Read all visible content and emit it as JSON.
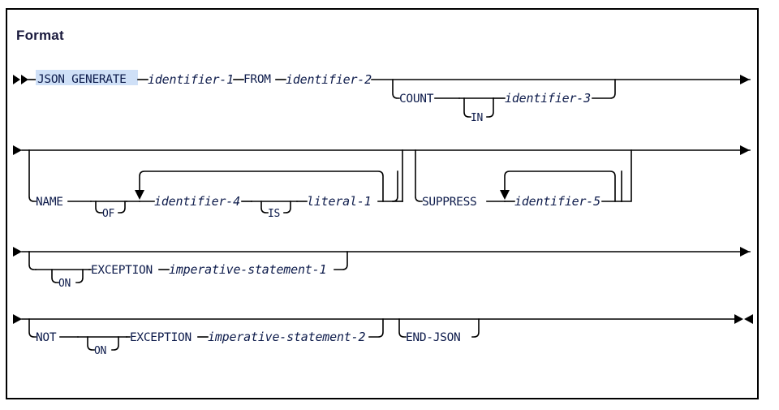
{
  "page": {
    "title": "Format",
    "kind": "railroad-syntax-diagram",
    "statement": "JSON GENERATE"
  },
  "colors": {
    "text": "#0d1b4b",
    "heading": "#1a1a3d",
    "rail": "#000000",
    "highlight": "#cfe0f7",
    "background": "#ffffff",
    "border": "#000000"
  },
  "markers": {
    "start": "►►",
    "continue": "►",
    "end": "►◄"
  },
  "lines": [
    {
      "index": 1,
      "start_marker": "start",
      "end_marker": "continue",
      "tokens": [
        {
          "name": "json-generate-keyword",
          "text": "JSON GENERATE",
          "type": "keyword",
          "highlighted": true
        },
        {
          "name": "identifier-1",
          "text": "identifier-1",
          "type": "variable"
        },
        {
          "name": "from-keyword",
          "text": "FROM",
          "type": "keyword"
        },
        {
          "name": "identifier-2",
          "text": "identifier-2",
          "type": "variable"
        },
        {
          "name": "count-keyword",
          "text": "COUNT",
          "type": "keyword",
          "optional": true
        },
        {
          "name": "in-keyword",
          "text": "IN",
          "type": "keyword",
          "optional": true
        },
        {
          "name": "identifier-3",
          "text": "identifier-3",
          "type": "variable"
        }
      ]
    },
    {
      "index": 2,
      "start_marker": "continue",
      "end_marker": "continue",
      "tokens": [
        {
          "name": "name-keyword",
          "text": "NAME",
          "type": "keyword",
          "optional": true
        },
        {
          "name": "of-keyword",
          "text": "OF",
          "type": "keyword",
          "optional": true
        },
        {
          "name": "identifier-4",
          "text": "identifier-4",
          "type": "variable",
          "repeatable": true
        },
        {
          "name": "is-keyword",
          "text": "IS",
          "type": "keyword",
          "optional": true
        },
        {
          "name": "literal-1",
          "text": "literal-1",
          "type": "variable"
        },
        {
          "name": "suppress-keyword",
          "text": "SUPPRESS",
          "type": "keyword",
          "optional": true
        },
        {
          "name": "identifier-5",
          "text": "identifier-5",
          "type": "variable",
          "repeatable": true
        }
      ]
    },
    {
      "index": 3,
      "start_marker": "continue",
      "end_marker": "continue",
      "tokens": [
        {
          "name": "on-keyword-1",
          "text": "ON",
          "type": "keyword",
          "optional": true
        },
        {
          "name": "exception-keyword-1",
          "text": "EXCEPTION",
          "type": "keyword",
          "optional": true
        },
        {
          "name": "imperative-statement-1",
          "text": "imperative-statement-1",
          "type": "variable"
        }
      ]
    },
    {
      "index": 4,
      "start_marker": "continue",
      "end_marker": "end",
      "tokens": [
        {
          "name": "not-keyword",
          "text": "NOT",
          "type": "keyword",
          "optional": true
        },
        {
          "name": "on-keyword-2",
          "text": "ON",
          "type": "keyword",
          "optional": true
        },
        {
          "name": "exception-keyword-2",
          "text": "EXCEPTION",
          "type": "keyword",
          "optional": true
        },
        {
          "name": "imperative-statement-2",
          "text": "imperative-statement-2",
          "type": "variable"
        },
        {
          "name": "end-json-keyword",
          "text": "END-JSON",
          "type": "keyword",
          "optional": true
        }
      ]
    }
  ],
  "labels": {
    "json_generate": "JSON GENERATE",
    "identifier_1": "identifier-1",
    "from": "FROM",
    "identifier_2": "identifier-2",
    "count": "COUNT",
    "in": "IN",
    "identifier_3": "identifier-3",
    "name": "NAME",
    "of": "OF",
    "identifier_4": "identifier-4",
    "is": "IS",
    "literal_1": "literal-1",
    "suppress": "SUPPRESS",
    "identifier_5": "identifier-5",
    "on_1": "ON",
    "exception_1": "EXCEPTION",
    "imperative_statement_1": "imperative-statement-1",
    "not": "NOT",
    "on_2": "ON",
    "exception_2": "EXCEPTION",
    "imperative_statement_2": "imperative-statement-2",
    "end_json": "END-JSON"
  }
}
